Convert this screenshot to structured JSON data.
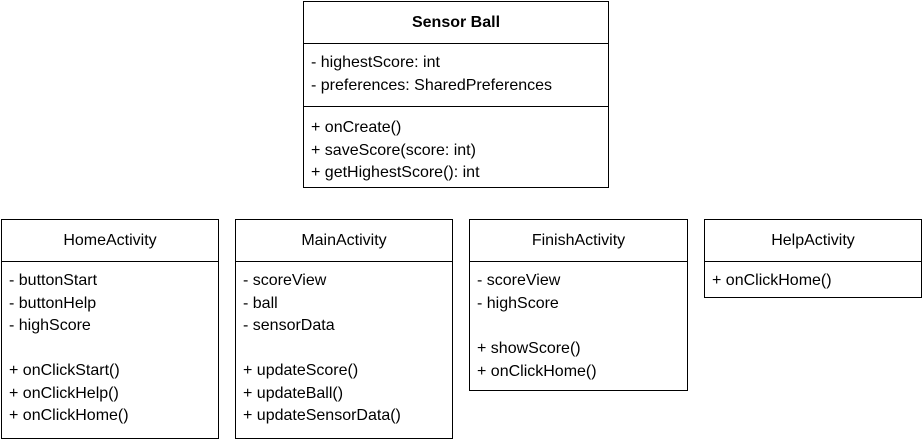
{
  "classes": {
    "sensor_ball": {
      "name": "Sensor Ball",
      "attributes": [
        "- highestScore: int",
        "- preferences: SharedPreferences"
      ],
      "methods": [
        "+ onCreate()",
        "+ saveScore(score: int)",
        "+ getHighestScore(): int"
      ]
    },
    "home_activity": {
      "name": "HomeActivity",
      "attributes": [
        "- buttonStart",
        "- buttonHelp",
        "- highScore"
      ],
      "methods": [
        "+ onClickStart()",
        "+ onClickHelp()",
        "+ onClickHome()"
      ]
    },
    "main_activity": {
      "name": "MainActivity",
      "attributes": [
        "- scoreView",
        "- ball",
        "- sensorData"
      ],
      "methods": [
        "+ updateScore()",
        "+ updateBall()",
        "+ updateSensorData()"
      ]
    },
    "finish_activity": {
      "name": "FinishActivity",
      "attributes": [
        "- scoreView",
        "- highScore"
      ],
      "methods": [
        "+ showScore()",
        "+ onClickHome()"
      ]
    },
    "help_activity": {
      "name": "HelpActivity",
      "attributes": [],
      "methods": [
        "+ onClickHome()"
      ]
    }
  }
}
